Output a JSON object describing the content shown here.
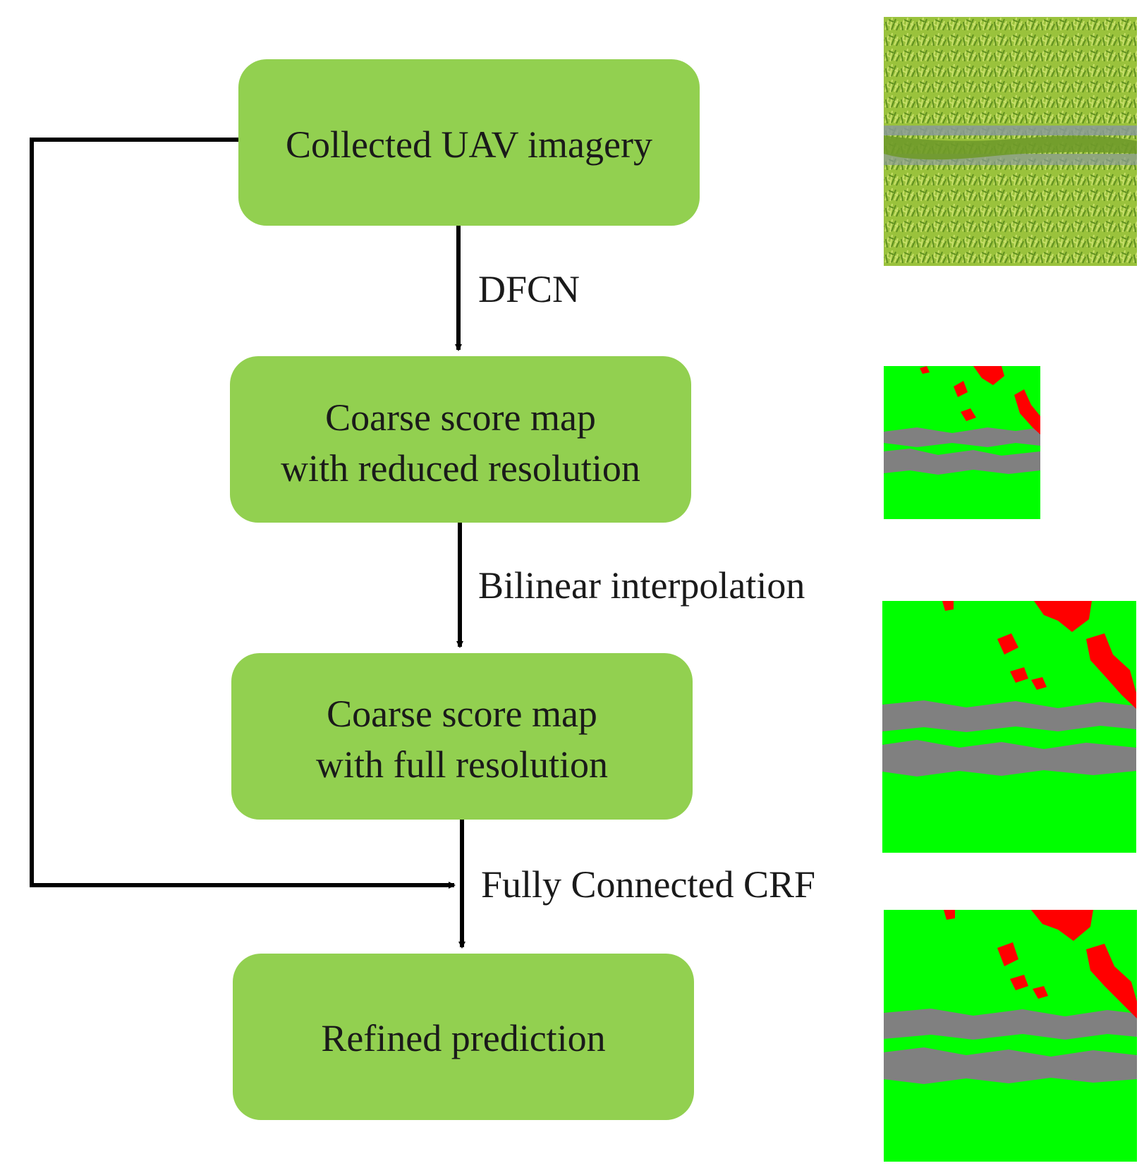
{
  "colors": {
    "box_fill": "#92d050",
    "line": "#000000",
    "map_green": "#00ff00",
    "map_gray": "#808080",
    "map_red": "#ff0000",
    "grass_light": "#9ac23c",
    "grass_dark": "#5f8f1f",
    "row_gray": "#8a9a98"
  },
  "nodes": [
    {
      "id": "uav",
      "lines": [
        "Collected UAV imagery"
      ]
    },
    {
      "id": "coarse-reduced",
      "lines": [
        "Coarse score map",
        "with reduced resolution"
      ]
    },
    {
      "id": "coarse-full",
      "lines": [
        "Coarse score map",
        "with full resolution"
      ]
    },
    {
      "id": "refined",
      "lines": [
        "Refined prediction"
      ]
    }
  ],
  "edges": [
    {
      "from": "uav",
      "to": "coarse-reduced",
      "label": "DFCN"
    },
    {
      "from": "coarse-reduced",
      "to": "coarse-full",
      "label": "Bilinear interpolation"
    },
    {
      "from": "coarse-full",
      "to": "refined",
      "label": "Fully Connected CRF"
    },
    {
      "from": "uav",
      "to": "refined",
      "label": ""
    }
  ],
  "images": [
    {
      "id": "uav-photo",
      "kind": "aerial-grass-photo"
    },
    {
      "id": "reduced-map",
      "kind": "segmentation-map"
    },
    {
      "id": "full-map",
      "kind": "segmentation-map"
    },
    {
      "id": "refined-map",
      "kind": "segmentation-map"
    }
  ]
}
